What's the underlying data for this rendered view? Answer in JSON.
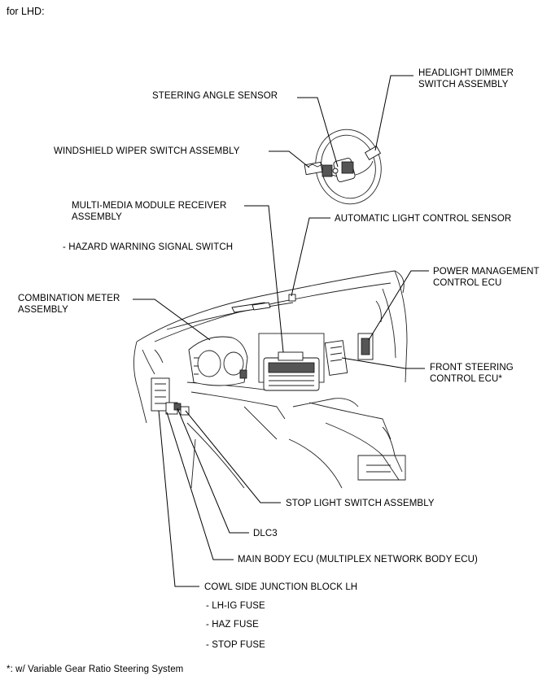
{
  "header": "for LHD:",
  "labels": {
    "headlight_dimmer_1": "HEADLIGHT DIMMER",
    "headlight_dimmer_2": "SWITCH ASSEMBLY",
    "steering_angle": "STEERING ANGLE SENSOR",
    "wiper_switch": "WINDSHIELD WIPER SWITCH ASSEMBLY",
    "multimedia_1": "MULTI-MEDIA MODULE RECEIVER",
    "multimedia_2": "ASSEMBLY",
    "auto_light": "AUTOMATIC LIGHT CONTROL SENSOR",
    "hazard": "- HAZARD WARNING SIGNAL SWITCH",
    "power_mgmt_1": "POWER MANAGEMENT",
    "power_mgmt_2": "CONTROL ECU",
    "combo_meter_1": "COMBINATION METER",
    "combo_meter_2": "ASSEMBLY",
    "front_steering_1": "FRONT STEERING",
    "front_steering_2": "CONTROL ECU*",
    "stop_light": "STOP LIGHT SWITCH ASSEMBLY",
    "dlc3": "DLC3",
    "main_body": "MAIN BODY ECU (MULTIPLEX NETWORK BODY ECU)",
    "cowl_side": "COWL SIDE JUNCTION BLOCK LH",
    "lh_ig": "- LH-IG FUSE",
    "haz_fuse": "- HAZ FUSE",
    "stop_fuse": "- STOP FUSE"
  },
  "footnote": "*: w/ Variable Gear Ratio Steering System"
}
